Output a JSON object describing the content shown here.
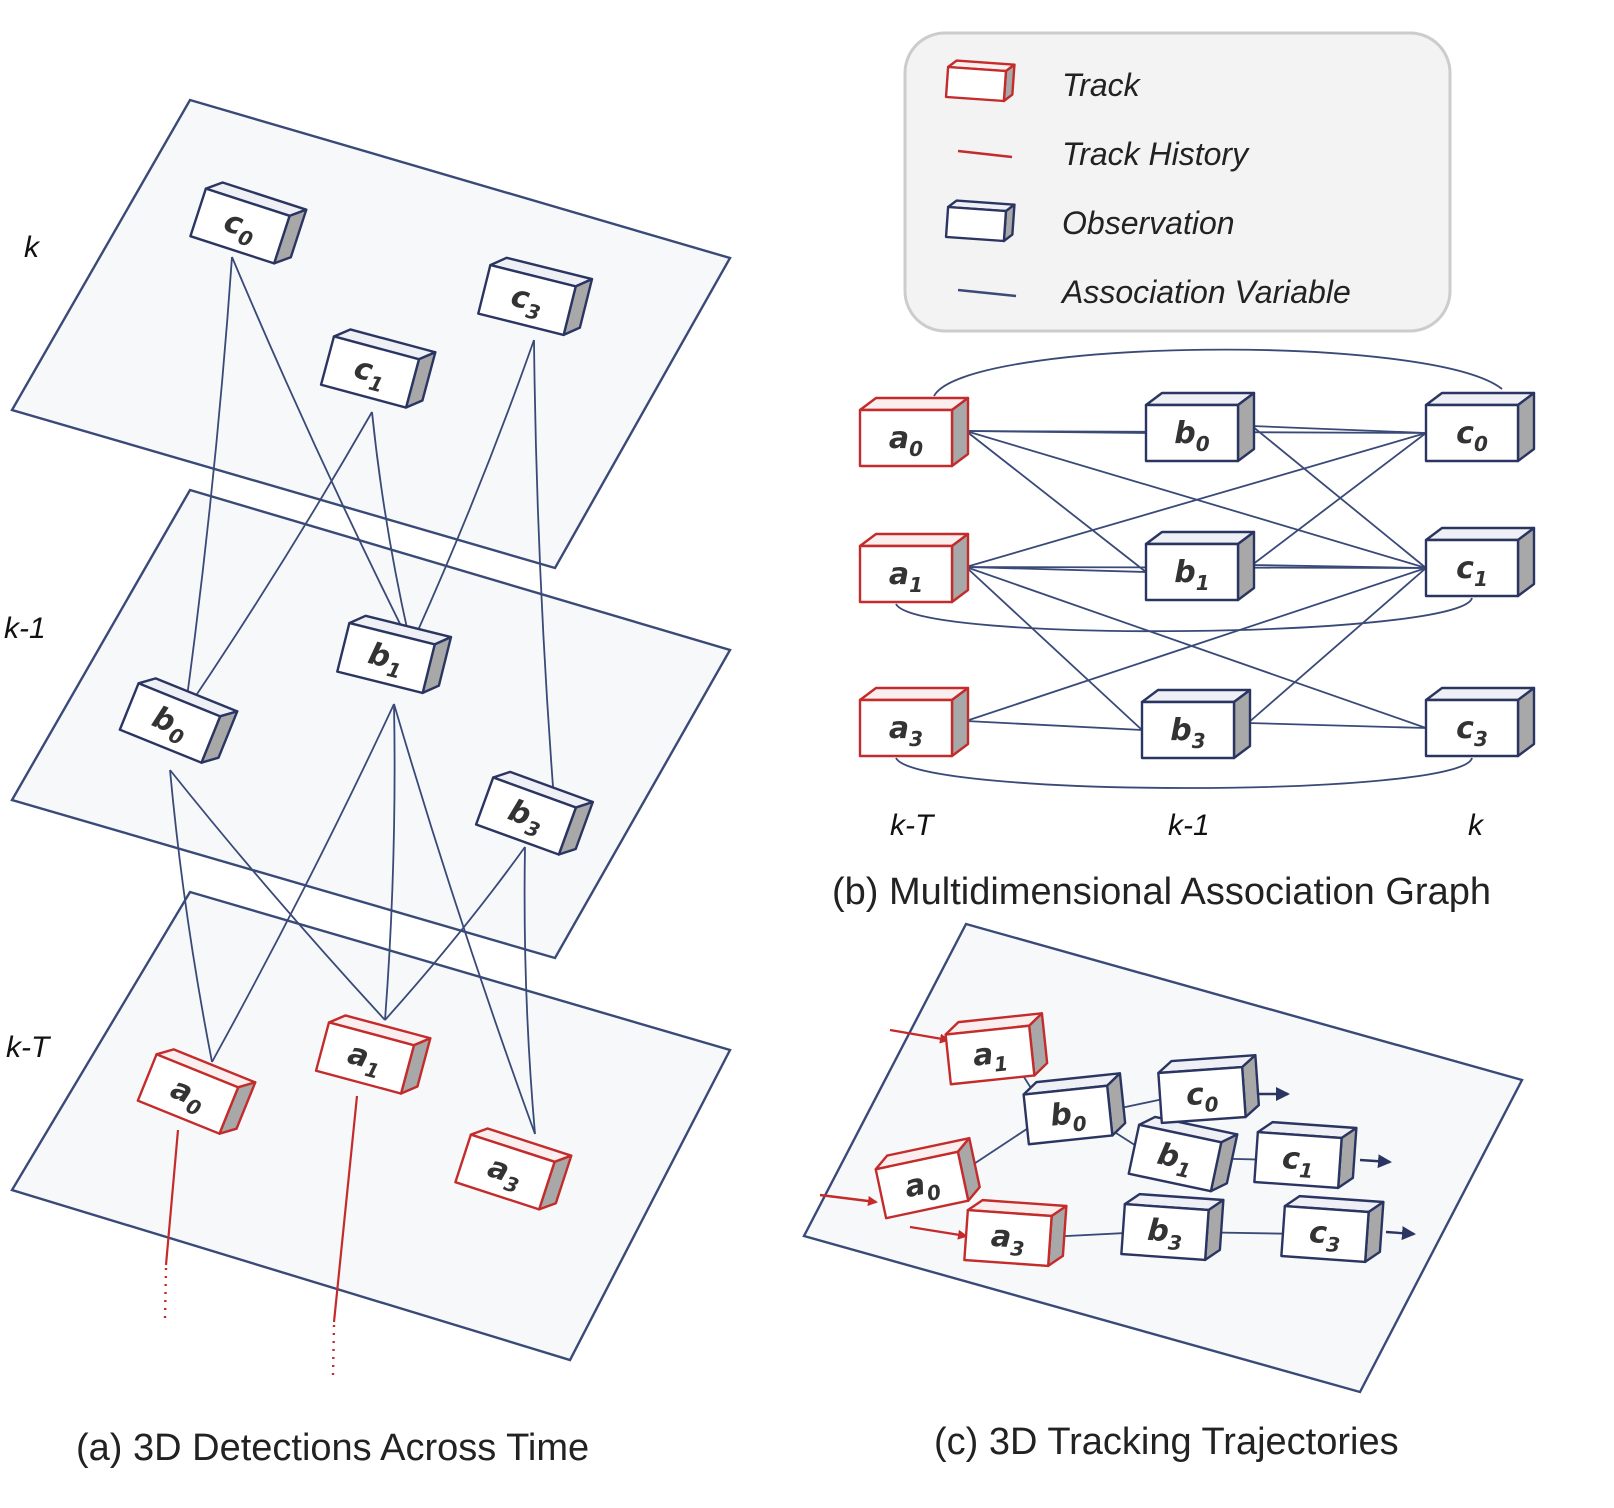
{
  "captions": {
    "a": "(a) 3D Detections Across Time",
    "b": "(b) Multidimensional Association Graph",
    "c": "(c) 3D Tracking Trajectories"
  },
  "legend": {
    "track": "Track",
    "track_history": "Track History",
    "observation": "Observation",
    "association_variable": "Association Variable"
  },
  "levels": {
    "k": "k",
    "k_minus_1": "k-1",
    "k_minus_T": "k-T"
  },
  "nodes": {
    "a0": {
      "base": "a",
      "sub": "0",
      "kind": "track"
    },
    "a1": {
      "base": "a",
      "sub": "1",
      "kind": "track"
    },
    "a3": {
      "base": "a",
      "sub": "3",
      "kind": "track"
    },
    "b0": {
      "base": "b",
      "sub": "0",
      "kind": "observation"
    },
    "b1": {
      "base": "b",
      "sub": "1",
      "kind": "observation"
    },
    "b3": {
      "base": "b",
      "sub": "3",
      "kind": "observation"
    },
    "c0": {
      "base": "c",
      "sub": "0",
      "kind": "observation"
    },
    "c1": {
      "base": "c",
      "sub": "1",
      "kind": "observation"
    },
    "c3": {
      "base": "c",
      "sub": "3",
      "kind": "observation"
    }
  },
  "colors": {
    "track": "#c42b2b",
    "observation": "#2b3561",
    "side": "#a8a8a8",
    "plane": "#f7f8fa",
    "edge": "#3a4a78"
  },
  "panel_a_edges": [
    [
      "c0",
      "b0"
    ],
    [
      "c0",
      "b1"
    ],
    [
      "c1",
      "b0"
    ],
    [
      "c1",
      "b1"
    ],
    [
      "c3",
      "b1"
    ],
    [
      "c3",
      "b3"
    ],
    [
      "b0",
      "a0"
    ],
    [
      "b0",
      "a1"
    ],
    [
      "b1",
      "a0"
    ],
    [
      "b1",
      "a1"
    ],
    [
      "b1",
      "a3"
    ],
    [
      "b3",
      "a1"
    ],
    [
      "b3",
      "a3"
    ]
  ],
  "panel_b_edges": [
    [
      "a0",
      "b0"
    ],
    [
      "a0",
      "b1"
    ],
    [
      "a0",
      "c0"
    ],
    [
      "a0",
      "c1"
    ],
    [
      "a1",
      "b1"
    ],
    [
      "a1",
      "c0"
    ],
    [
      "a1",
      "c1"
    ],
    [
      "a1",
      "b3"
    ],
    [
      "a1",
      "c3"
    ],
    [
      "a3",
      "b3"
    ],
    [
      "a3",
      "c1"
    ],
    [
      "b0",
      "c0"
    ],
    [
      "b0",
      "c1"
    ],
    [
      "b1",
      "c0"
    ],
    [
      "b1",
      "c1"
    ],
    [
      "b3",
      "c3"
    ],
    [
      "b3",
      "c1"
    ],
    [
      "a0",
      "c0",
      "over"
    ],
    [
      "a1",
      "c1",
      "under"
    ],
    [
      "a3",
      "c3",
      "under"
    ]
  ],
  "panel_c_edges": [
    [
      "a1",
      "b0"
    ],
    [
      "a0",
      "b0"
    ],
    [
      "b0",
      "c0"
    ],
    [
      "b0",
      "b1"
    ],
    [
      "b1",
      "c1"
    ],
    [
      "a3",
      "b3"
    ],
    [
      "b3",
      "c3"
    ]
  ]
}
